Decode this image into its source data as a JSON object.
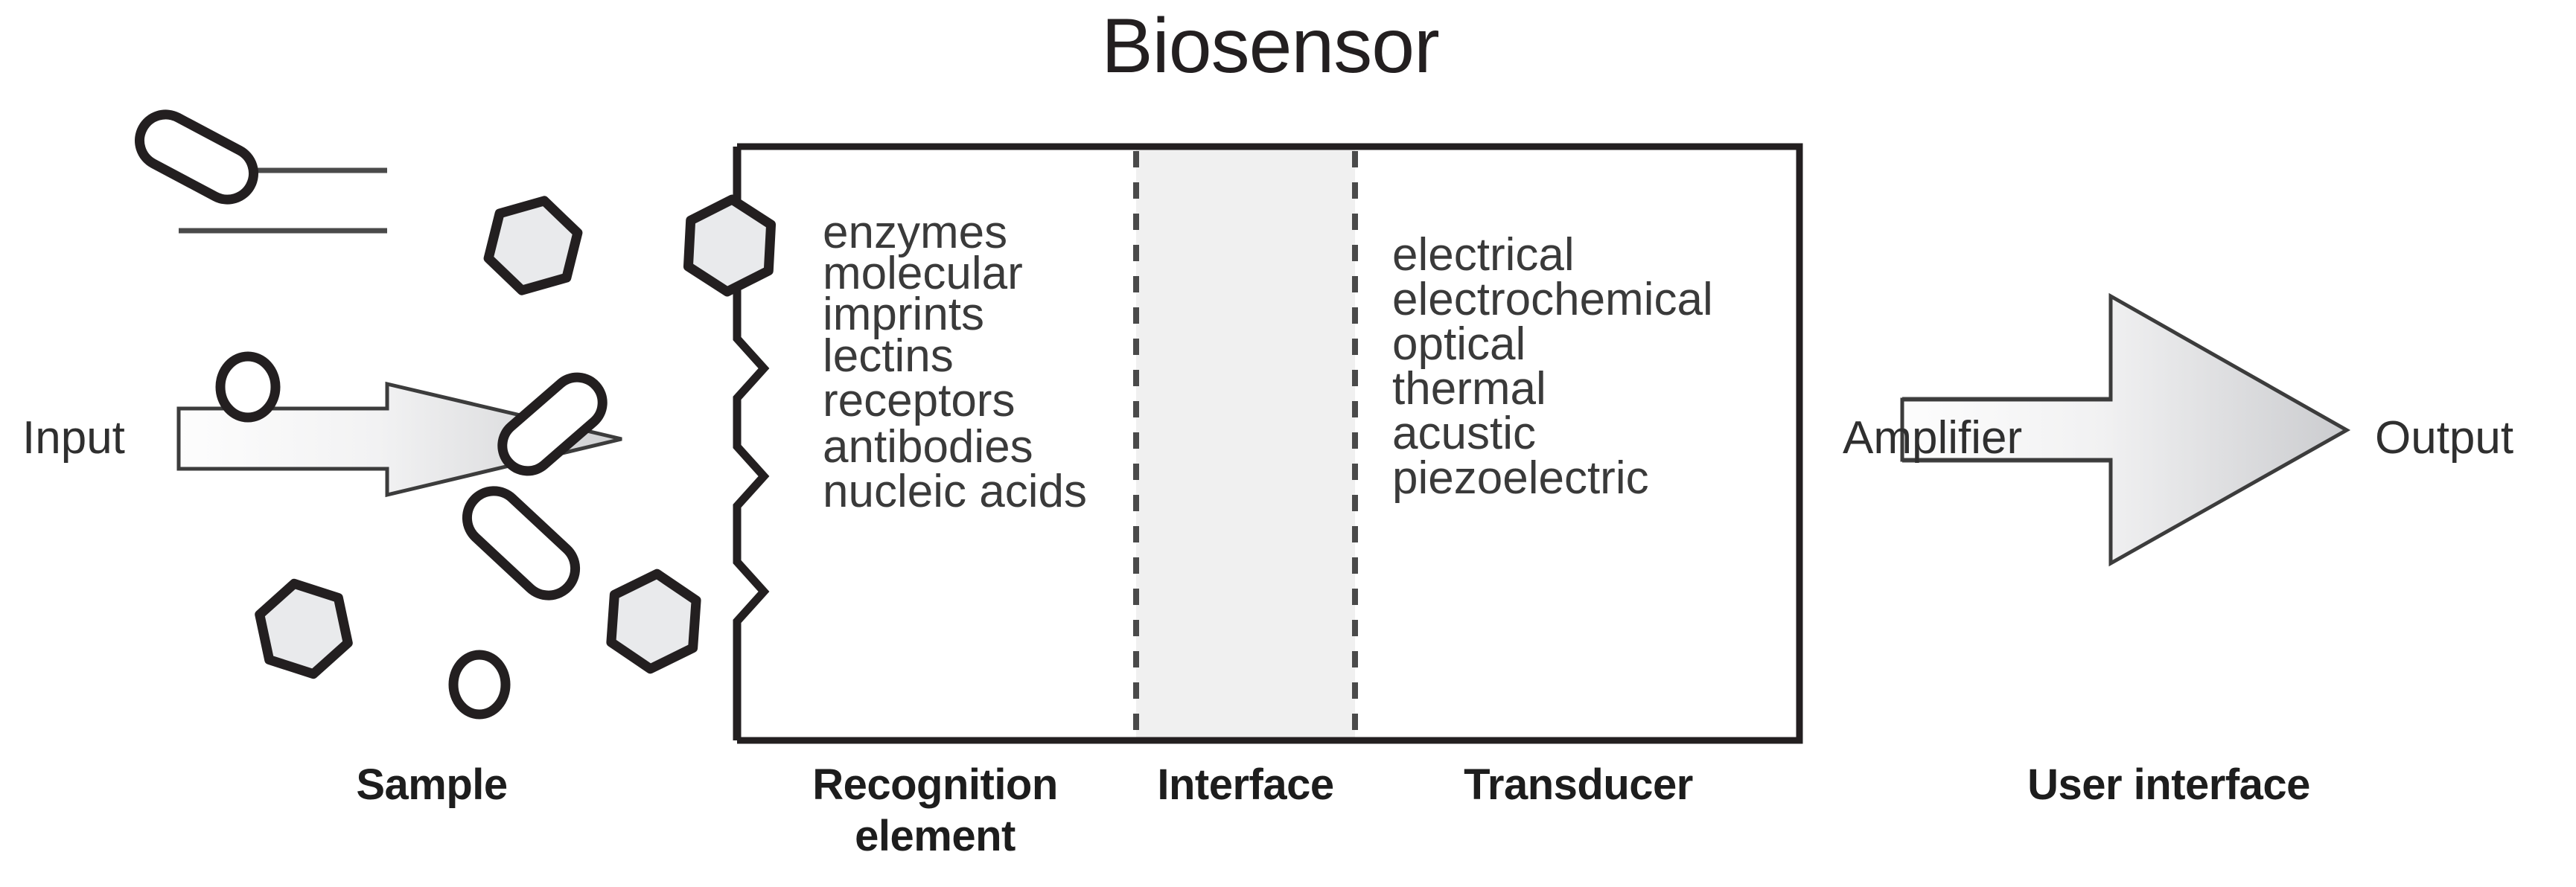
{
  "diagram": {
    "title": "Biosensor",
    "type": "block-flow-diagram",
    "colors": {
      "stroke": "#231f20",
      "particle_fill": "#e9eaec",
      "interface_fill": "#f0f0f0",
      "arrow_fill_light": "#fdfdfd",
      "arrow_fill_dark": "#cfd0d2",
      "text": "#2f2f2f",
      "background": "#ffffff"
    }
  },
  "input": {
    "label": "Input",
    "arrow_icon": "right-arrow-icon"
  },
  "sample": {
    "caption": "Sample",
    "particles": [
      {
        "shape": "capsule",
        "name": "rod-particle-1"
      },
      {
        "shape": "hexagon",
        "name": "hexagon-particle-1"
      },
      {
        "shape": "capsule",
        "name": "rod-particle-2"
      },
      {
        "shape": "circle",
        "name": "circle-particle-1"
      },
      {
        "shape": "capsule",
        "name": "rod-particle-3"
      },
      {
        "shape": "hexagon",
        "name": "hexagon-particle-2"
      },
      {
        "shape": "hexagon",
        "name": "hexagon-particle-3"
      },
      {
        "shape": "circle",
        "name": "circle-particle-2"
      }
    ]
  },
  "recognition_element": {
    "caption_line1": "Recognition",
    "caption_line2": "element",
    "items": [
      "enzymes",
      "molecular",
      " imprints",
      "lectins",
      "receptors",
      "antibodies",
      "nucleic acids"
    ]
  },
  "interface": {
    "caption": "Interface"
  },
  "transducer": {
    "caption": "Transducer",
    "items": [
      "electrical",
      "electrochemical",
      "optical",
      "thermal",
      "acustic",
      "piezoelectric"
    ]
  },
  "user_interface": {
    "caption": "User interface",
    "amplifier_label": "Amplifier",
    "output_label": "Output",
    "arrow_icon": "right-arrow-icon"
  }
}
